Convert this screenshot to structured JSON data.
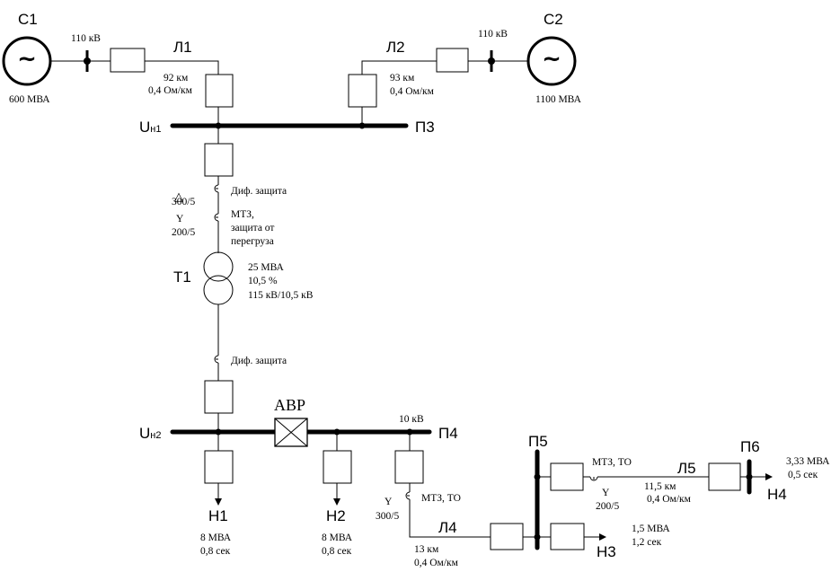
{
  "sources": {
    "c1": {
      "name": "С1",
      "power": "600 МВА",
      "voltage": "110 кВ"
    },
    "c2": {
      "name": "С2",
      "power": "1100 МВА",
      "voltage": "110 кВ"
    },
    "symbol": "~"
  },
  "lines": {
    "l1": {
      "name": "Л1",
      "length": "92 км",
      "resistance": "0,4 Ом/км"
    },
    "l2": {
      "name": "Л2",
      "length": "93 км",
      "resistance": "0,4 Ом/км"
    },
    "l4": {
      "name": "Л4",
      "length": "13 км",
      "resistance": "0,4 Ом/км"
    },
    "l5": {
      "name": "Л5",
      "length": "11,5 км",
      "resistance": "0,4 Ом/км"
    }
  },
  "buses": {
    "un1": {
      "main": "U",
      "sub": "н1"
    },
    "un2": {
      "main": "U",
      "sub": "н2"
    },
    "p3": "П3",
    "p4": "П4",
    "p4_voltage": "10 кВ",
    "p5": "П5",
    "p6": "П6"
  },
  "transformer": {
    "name": "Т1",
    "power": "25 МВА",
    "uk": "10,5 %",
    "ratio": "115 кВ/10,5 кВ"
  },
  "protection": {
    "diff_hv": "Диф. защита",
    "ct_delta_symbol": "△",
    "ct_delta_ratio": "300/5",
    "ct_star_symbol": "Y",
    "ct_star_ratio": "200/5",
    "mtz_line1": "МТЗ,",
    "mtz_line2": "защита от",
    "mtz_line3": "перегруза",
    "diff_lv": "Диф. защита",
    "mtz_to": "МТЗ, ТО",
    "l4_ct_star": "Y",
    "l4_ct_ratio": "300/5",
    "l5_mtz_to": "МТЗ, ТО",
    "l5_ct_star": "Y",
    "l5_ct_ratio": "200/5"
  },
  "avr": {
    "label": "АВР"
  },
  "loads": {
    "n1": {
      "name": "Н1",
      "power": "8 МВА",
      "time": "0,8 сек"
    },
    "n2": {
      "name": "Н2",
      "power": "8 МВА",
      "time": "0,8 сек"
    },
    "n3": {
      "name": "Н3",
      "power": "1,5  МВА",
      "time": "1,2 сек"
    },
    "n4": {
      "name": "Н4",
      "power": "3,33 МВА",
      "time": "0,5 сек"
    }
  }
}
